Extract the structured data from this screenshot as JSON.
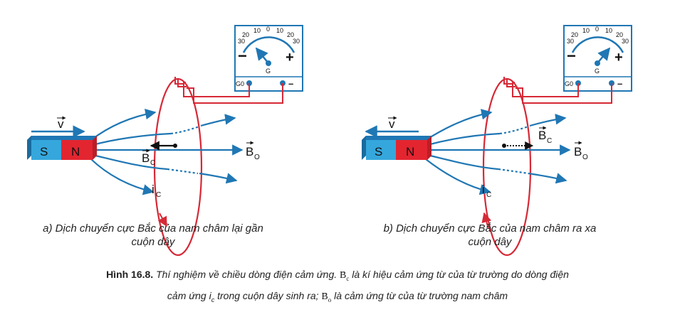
{
  "left": {
    "gauge": {
      "scale": [
        "30",
        "20",
        "10",
        "0",
        "10",
        "20",
        "30"
      ],
      "minus": "−",
      "plus": "+",
      "g": "G",
      "g0": "G0",
      "neg_terminal": "–"
    },
    "labels": {
      "v": "v",
      "s": "S",
      "n": "N",
      "bo": "B",
      "bo_sub": "O",
      "bc": "B",
      "bc_sub": "C",
      "ic": "i",
      "ic_sub": "C"
    },
    "caption_line1": "a) Dịch chuyển cực Bắc của nam châm lại gần",
    "caption_line2": "cuộn dây"
  },
  "right": {
    "gauge": {
      "scale": [
        "30",
        "20",
        "10",
        "0",
        "10",
        "20",
        "30"
      ],
      "minus": "−",
      "plus": "+",
      "g": "G",
      "g0": "G0",
      "neg_terminal": "–"
    },
    "labels": {
      "v": "v",
      "s": "S",
      "n": "N",
      "bo": "B",
      "bo_sub": "O",
      "bc": "B",
      "bc_sub": "C",
      "ic": "i",
      "ic_sub": "C"
    },
    "caption_line1": "b) Dịch chuyển cực Bắc của nam châm ra xa",
    "caption_line2": "cuộn dây"
  },
  "figure_caption": {
    "label": "Hình 16.8.",
    "part1": " Thí nghiệm về chiều dòng điện cảm ứng. ",
    "bc_symbol": "B",
    "bc_sub": "c",
    "part2": " là kí hiệu cảm ứng từ của từ trường do dòng điện",
    "part3": "cảm ứng ",
    "ic_symbol": "i",
    "ic_sub": "c",
    "part4": " trong cuộn dây sinh ra; ",
    "bo_symbol": "B",
    "bo_sub": "o",
    "part5": " là cảm ứng từ của từ trường nam châm"
  },
  "colors": {
    "blue": "#1f77b4",
    "red": "#d62936",
    "magnet_s": "#35a7dc",
    "magnet_n": "#e32530"
  }
}
